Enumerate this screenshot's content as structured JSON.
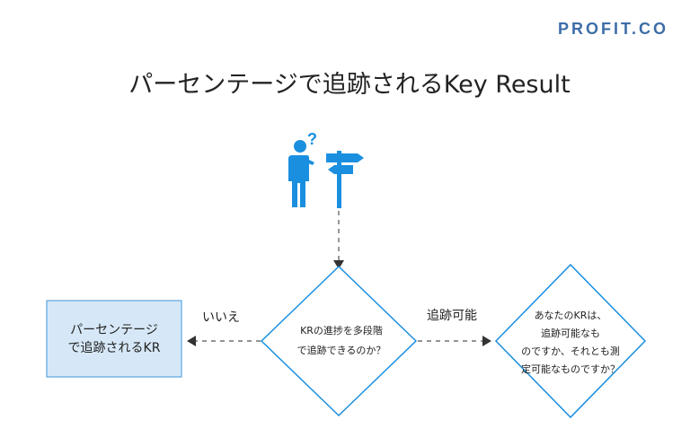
{
  "logo": {
    "text": "PROFIT.CO",
    "color": "#3d6da8"
  },
  "title": "パーセンテージで追跡されるKey Result",
  "icon": {
    "name": "person-signpost-icon",
    "color": "#1a8fe0"
  },
  "result_box": {
    "lines": [
      "パーセンテージ",
      "で追跡されるKR"
    ],
    "fill": "#d6e8f7",
    "stroke": "#5aa5e0"
  },
  "decision": {
    "lines": [
      "KRの進捗を多段階",
      "で追跡できるのか？"
    ]
  },
  "question": {
    "lines": [
      "あなたのKRは、",
      "追跡可能なも",
      "のですか、それとも測",
      "定可能なものですか？"
    ]
  },
  "edges": {
    "no_label": "いいえ",
    "yes_label": "追跡可能"
  }
}
